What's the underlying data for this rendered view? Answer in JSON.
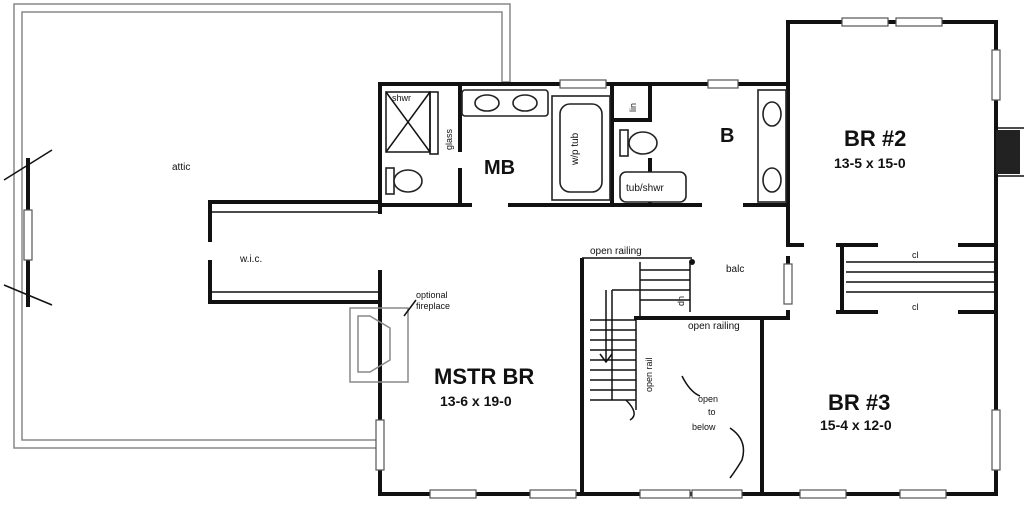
{
  "rooms": {
    "attic": "attic",
    "wic": "w.i.c.",
    "mb": "MB",
    "b": "B",
    "shwr": "shwr",
    "glass": "glass",
    "wp_tub": "w/p tub",
    "lin": "lin",
    "tub_shwr": "tub/shwr",
    "br2_name": "BR #2",
    "br2_dim": "13-5 x 15-0",
    "br3_name": "BR #3",
    "br3_dim": "15-4 x 12-0",
    "mstr_name": "MSTR BR",
    "mstr_dim": "13-6 x 19-0",
    "cl_top": "cl",
    "cl_bottom": "cl",
    "balc": "balc",
    "open_railing_top": "open railing",
    "open_railing_mid": "open railing",
    "open_rail": "open rail",
    "dn": "dn",
    "optional": "optional",
    "fireplace": "fireplace",
    "open": "open",
    "to": "to",
    "below": "below"
  }
}
